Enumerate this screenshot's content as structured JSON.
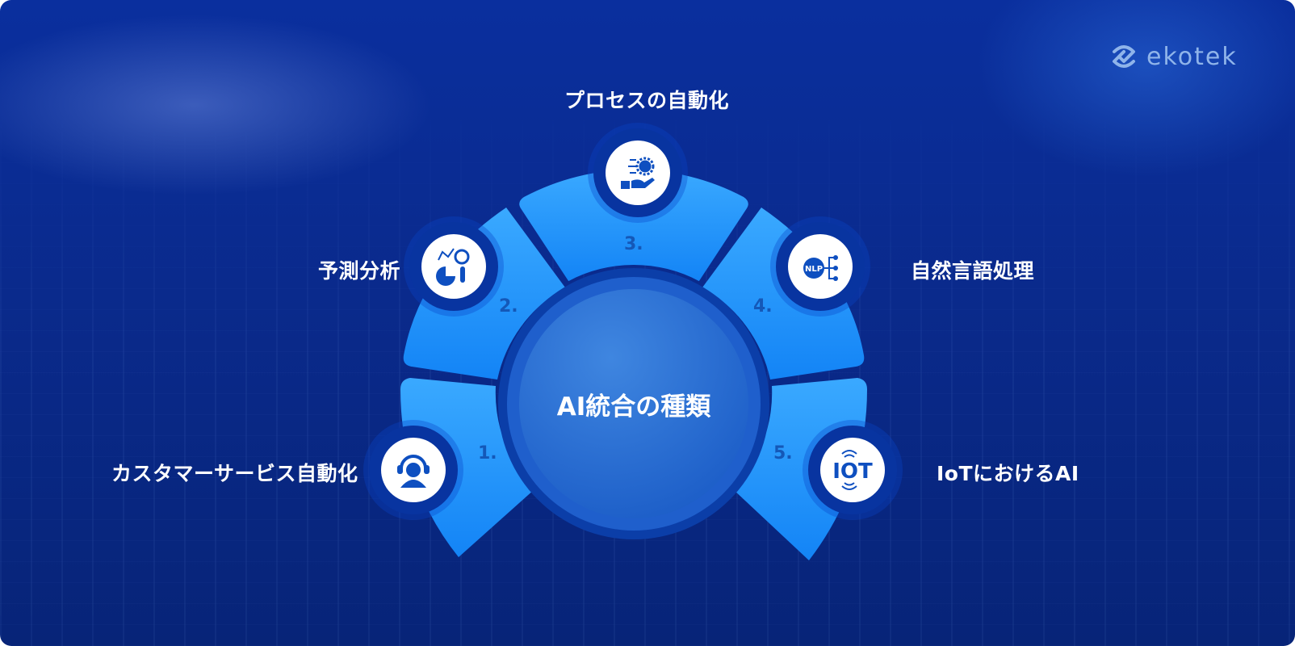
{
  "brand": {
    "logo_text": "ekotek",
    "logo_icon": "ekotek-logo-icon",
    "color": "#8fb4ea"
  },
  "center": {
    "title": "AI統合の種類"
  },
  "colors": {
    "background": "#0a2a8c",
    "segment_light": "#3aa6ff",
    "segment_dark": "#1580f5",
    "ring_dark": "#0b3ea8",
    "number_text": "#1458b8",
    "icon_color": "#0e4fc0"
  },
  "segments": [
    {
      "number": "1.",
      "label": "カスタマーサービス自動化",
      "icon": "customer-support-headset-icon"
    },
    {
      "number": "2.",
      "label": "予測分析",
      "icon": "predictive-analytics-chart-icon"
    },
    {
      "number": "3.",
      "label": "プロセスの自動化",
      "icon": "process-automation-robot-arm-icon"
    },
    {
      "number": "4.",
      "label": "自然言語処理",
      "icon": "nlp-icon"
    },
    {
      "number": "5.",
      "label": "IoTにおけるAI",
      "icon": "iot-icon"
    }
  ],
  "iot_badge_text": "IOT",
  "nlp_badge_text": "NLP"
}
